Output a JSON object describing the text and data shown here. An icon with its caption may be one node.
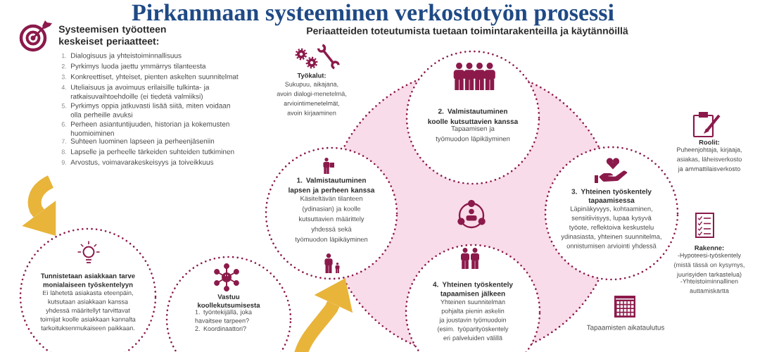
{
  "diagram": {
    "title": "Pirkanmaan systeeminen verkostotyön prosessi",
    "nodes": [
      {
        "text": [
          "Tunnistetaan asiakkaan tarve monialaiseen työskentelyyn",
          "Ei lähetetä asiakasta eteenpäin, kutsutaan asiakkaan kanssa yhdessä määritellyt tarvittavat toimijat koolle asiakkaan kannalta tarkoituksenmukaiseen paikkaan."
        ]
      },
      {
        "text": [
          "Vastuu koollekutsumisesta",
          "1. työntekijällä, joka havaitsee tarpeen?",
          "2. Koordinaattori?"
        ]
      },
      {
        "text": [
          "1. Valmistautuminen lapsen ja perheen kanssa",
          "Käsiteltävän tilanteen (ydinasian) ja koolle kutsuttavien määrittely yhdessä sekä työmuodon läpikäyminen"
        ]
      },
      {
        "text": [
          "2. Valmistautuminen koolle kutsuttavien kanssa",
          "Tapaamisen ja työmuodon läpikäyminen"
        ]
      },
      {
        "text": [
          "3. Yhteinen työskentely tapaamisessa",
          "Läpinäkyvyys, kohtaaminen, sensitiivisyys, lupaa kysyvä työote, reflektoiva keskustelu ydinasiasta, yhteinen suunnitelma, onnistumisen arviointi yhdessä"
        ]
      },
      {
        "text": [
          "4. Yhteinen työskentely tapaamisen jälkeen",
          "Yhteinen suunnitelman pohjalta pienin askelin ja joustavin työmuodoin (esim. työparityöskentely eri palveluiden välillä"
        ]
      }
    ],
    "edges": [
      {
        "from": null,
        "to": 0,
        "arrow": "to"
      },
      {
        "from": null,
        "to": 2,
        "arrow": "to"
      }
    ],
    "labels": [
      "Systeemisen työotteen keskeiset periaatteet:",
      "1.",
      "Dialogisuus ja yhteistoiminnallisuus",
      "2.",
      "Pyrkimys luoda jaettu ymmärrys tilanteesta",
      "3.",
      "Konkreettiset, yhteiset, pienten askelten suunnitelmat",
      "4.",
      "Uteliaisuus ja avoimuus erilaisille tulkinta- ja ratkaisuvaihtoehdoille (ei tiedetä valmiiksi)",
      "5.",
      "Pyrkimys oppia jatkuvasti lisää siitä, miten voidaan olla perheille avuksi",
      "6.",
      "Perheen asiantuntijuuden, historian ja kokemusten huomioiminen",
      "7.",
      "Suhteen luominen lapseen ja perheenjäseniin",
      "8.",
      "Lapselle ja perheelle tärkeiden suhteiden tutkiminen",
      "9.",
      "Arvostus, voimavarakeskeisyys ja toiveikkuus",
      "Periaatteiden toteutumista tuetaan toimintarakenteilla ja käytännöillä",
      "Työkalut:",
      "Sukupuu, aikajana, avoin dialogi-menetelmä, arviointimenetelmät, avoin kirjaaminen",
      "Roolit:",
      "Puheenjohtaja, kirjaaja, asiakas, läheisverkosto ja ammattilaisverkosto",
      "Rakenne:",
      "-Hypoteesi-työskentely (mistä tässä on kysymys, juurisyiden tarkastelua)",
      "-Yhteistoiminnallinen auttamiskartta",
      "Tapaamisten aikataulutus"
    ]
  }
}
